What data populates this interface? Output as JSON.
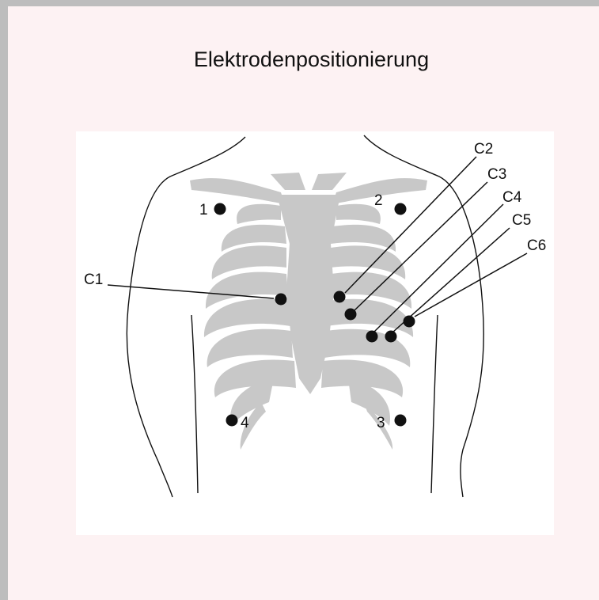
{
  "title": "Elektrodenpositionierung",
  "colors": {
    "panel_background": "#fdf2f3",
    "frame_border": "#bdbdbd",
    "bone": "#c8c8c8",
    "electrode": "#111111"
  },
  "limb_electrodes": [
    {
      "id": "1",
      "label": "1"
    },
    {
      "id": "2",
      "label": "2"
    },
    {
      "id": "3",
      "label": "3"
    },
    {
      "id": "4",
      "label": "4"
    }
  ],
  "chest_electrodes": [
    {
      "id": "C1",
      "label": "C1"
    },
    {
      "id": "C2",
      "label": "C2"
    },
    {
      "id": "C3",
      "label": "C3"
    },
    {
      "id": "C4",
      "label": "C4"
    },
    {
      "id": "C5",
      "label": "C5"
    },
    {
      "id": "C6",
      "label": "C6"
    }
  ]
}
